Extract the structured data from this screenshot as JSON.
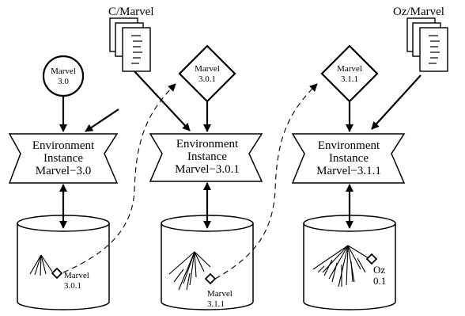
{
  "sources": {
    "c_marvel": "C/Marvel",
    "oz_marvel": "Oz/Marvel"
  },
  "nodes": {
    "marvel_30": {
      "line1": "Marvel",
      "line2": "3.0"
    },
    "marvel_301": {
      "line1": "Marvel",
      "line2": "3.0.1"
    },
    "marvel_311": {
      "line1": "Marvel",
      "line2": "3.1.1"
    }
  },
  "environments": [
    {
      "line1": "Environment",
      "line2": "Instance",
      "line3": "Marvel−3.0"
    },
    {
      "line1": "Environment",
      "line2": "Instance",
      "line3": "Marvel−3.0.1"
    },
    {
      "line1": "Environment",
      "line2": "Instance",
      "line3": "Marvel−3.1.1"
    }
  ],
  "databases": [
    {
      "line1": "Marvel",
      "line2": "3.0.1"
    },
    {
      "line1": "Marvel",
      "line2": "3.1.1"
    },
    {
      "line1": "Oz",
      "line2": "0.1"
    }
  ]
}
